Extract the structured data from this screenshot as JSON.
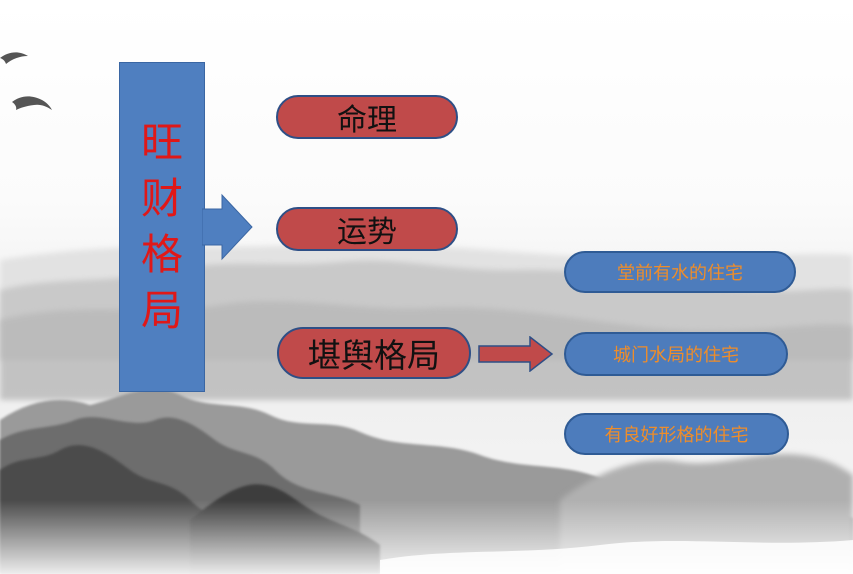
{
  "diagram": {
    "main_label": "旺财格局",
    "branches": [
      "命理",
      "运势",
      "堪舆格局"
    ],
    "sub_items": [
      "堂前有水的住宅",
      "城门水局的住宅",
      "有良好形格的住宅"
    ]
  },
  "colors": {
    "main_box": "#4f7fc0",
    "main_text": "#e01818",
    "branch_fill": "#c04a4a",
    "branch_border": "#2e4f86",
    "sub_fill": "#4d7cbc",
    "sub_text": "#ef8d2a",
    "arrow_red": "#c04a4a"
  },
  "icons": [
    "bird-icon",
    "mountain-landscape"
  ]
}
